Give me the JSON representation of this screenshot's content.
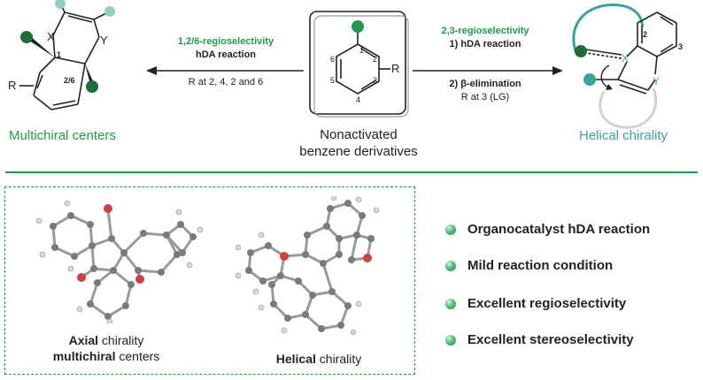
{
  "left_conditions": {
    "line1": "1,2/6-regioselectivity",
    "line2": "hDA reaction",
    "line3": "R at 2, 4, 2 and 6"
  },
  "right_conditions": {
    "line1": "2,3-regioselectivity",
    "line2": "1) hDA reaction",
    "line3": "2) β-elimination",
    "line4": "R at 3 (LG)"
  },
  "left_label": "Multichiral centers",
  "right_label": "Helical chirality",
  "center_label": {
    "line1": "Nonactivated",
    "line2": "benzene derivatives"
  },
  "structure_labels": {
    "x": "X",
    "y": "Y",
    "r": "R",
    "pos1": "1",
    "pos2": "2",
    "pos3": "3",
    "pos4": "4",
    "pos5": "5",
    "pos6": "6",
    "pos26": "2/6"
  },
  "captions": {
    "axial_bold": "Axial",
    "axial_rest": " chirality",
    "multichiral_bold": "multichiral",
    "multichiral_rest": " centers",
    "helical_bold": "Helical",
    "helical_rest": " chirality"
  },
  "features": [
    "Organocatalyst hDA reaction",
    "Mild reaction condition",
    "Excellent regioselectivity",
    "Excellent stereoselectivity"
  ],
  "colors": {
    "green": "#1f9a4a",
    "teal": "#3aa39a",
    "dark_green": "#1f6b3a",
    "oxygen_red": "#d04040"
  }
}
